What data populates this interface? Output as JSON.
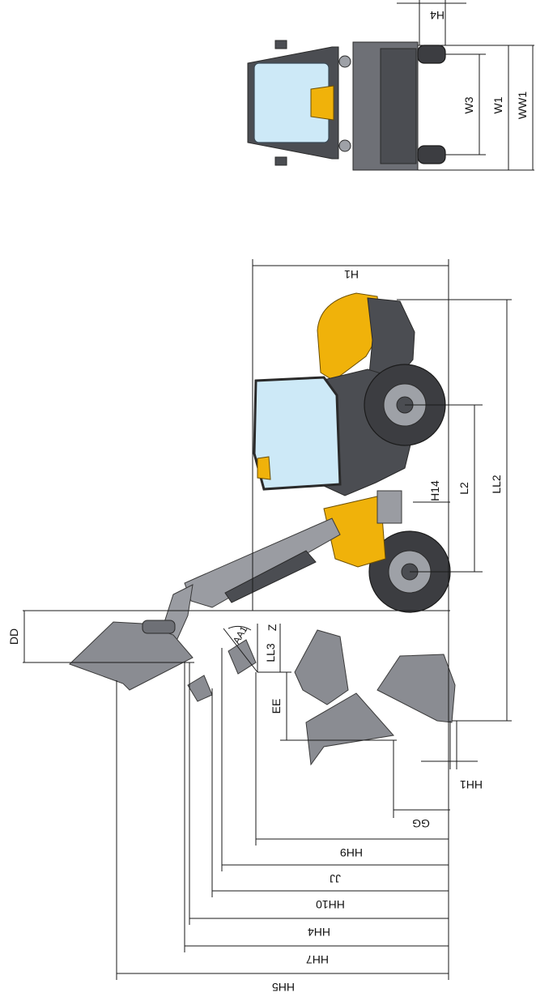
{
  "labels": {
    "H4": "H4",
    "W3": "W3",
    "W1": "W1",
    "WW1": "WW1",
    "H1": "H1",
    "H14": "H14",
    "L2": "L2",
    "LL2": "LL2",
    "DD": "DD",
    "AA1": "AA1",
    "LL3": "LL3",
    "Z": "Z",
    "EE": "EE",
    "HH1": "HH1",
    "GG": "GG",
    "HH9": "HH9",
    "JJ": "JJ",
    "HH10": "HH10",
    "HH4": "HH4",
    "HH7": "HH7",
    "HH5": "HH5"
  },
  "colors": {
    "machine_yellow": "#f0b20a",
    "machine_dark": "#4b4d52",
    "glass": "#cde9f7",
    "lines": "#1a1a1a"
  }
}
